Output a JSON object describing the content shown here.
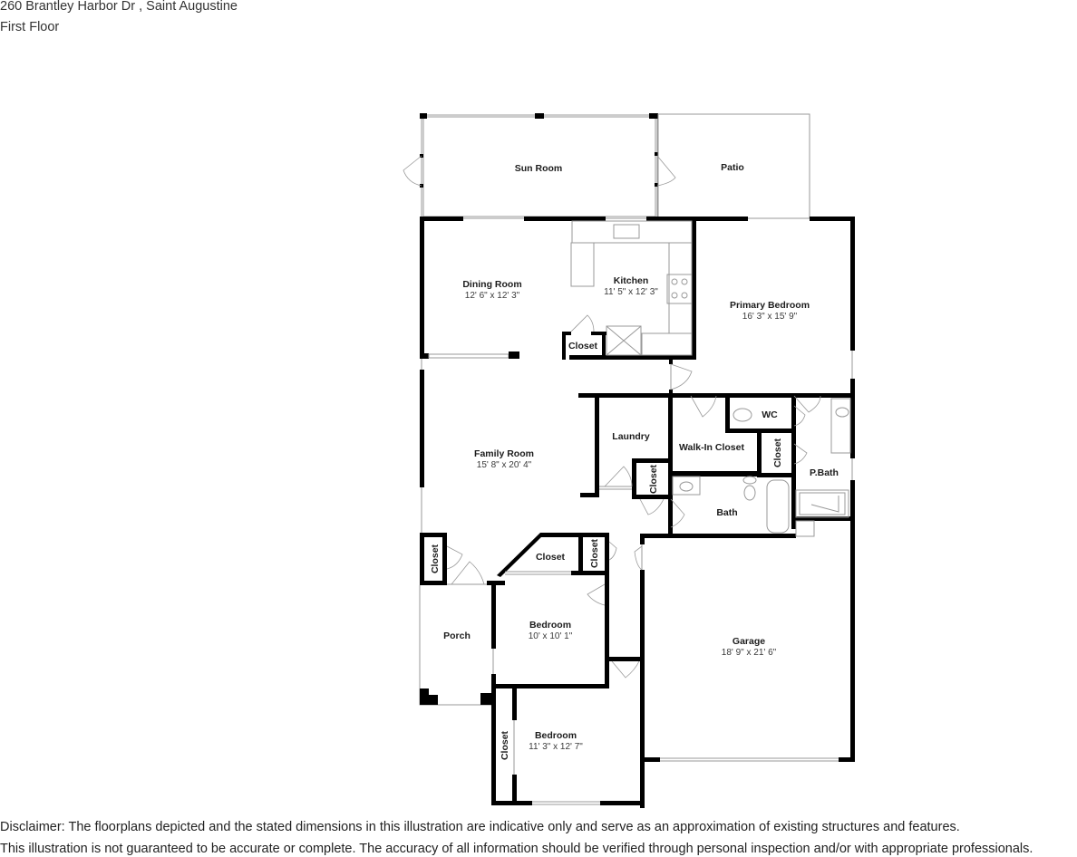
{
  "header": {
    "address": "260 Brantley Harbor Dr , Saint Augustine",
    "floor": "First Floor"
  },
  "rooms": {
    "sun_room": {
      "name": "Sun Room"
    },
    "patio": {
      "name": "Patio"
    },
    "dining_room": {
      "name": "Dining Room",
      "dims": "12' 6\" x 12' 3\""
    },
    "kitchen": {
      "name": "Kitchen",
      "dims": "11' 5\" x 12' 3\""
    },
    "kitchen_closet": {
      "name": "Closet"
    },
    "primary_bedroom": {
      "name": "Primary Bedroom",
      "dims": "16' 3\" x 15' 9\""
    },
    "family_room": {
      "name": "Family Room",
      "dims": "15' 8\" x 20' 4\""
    },
    "laundry": {
      "name": "Laundry"
    },
    "laundry_closet": {
      "name": "Closet"
    },
    "walk_in_closet": {
      "name": "Walk-In Closet"
    },
    "wc": {
      "name": "WC"
    },
    "pbath_closet": {
      "name": "Closet"
    },
    "p_bath": {
      "name": "P.Bath"
    },
    "bath": {
      "name": "Bath"
    },
    "entry_closet": {
      "name": "Closet"
    },
    "hall_closet": {
      "name": "Closet"
    },
    "bedroom_closet_small": {
      "name": "Closet"
    },
    "porch": {
      "name": "Porch"
    },
    "bedroom_1": {
      "name": "Bedroom",
      "dims": "10' x 10' 1\""
    },
    "bedroom_2": {
      "name": "Bedroom",
      "dims": "11' 3\" x 12' 7\""
    },
    "bedroom_2_closet": {
      "name": "Closet"
    },
    "garage": {
      "name": "Garage",
      "dims": "18' 9\" x 21' 6\""
    }
  },
  "disclaimer": {
    "line1": "Disclaimer: The floorplans depicted and the stated dimensions in this illustration are indicative only and serve as an approximation of existing structures and features.",
    "line2": "This illustration is not guaranteed to be accurate or complete. The accuracy of all information should be verified through personal inspection and/or with appropriate professionals."
  },
  "colors": {
    "wall": "#000000",
    "fixture_line": "#999999",
    "background": "#ffffff"
  }
}
